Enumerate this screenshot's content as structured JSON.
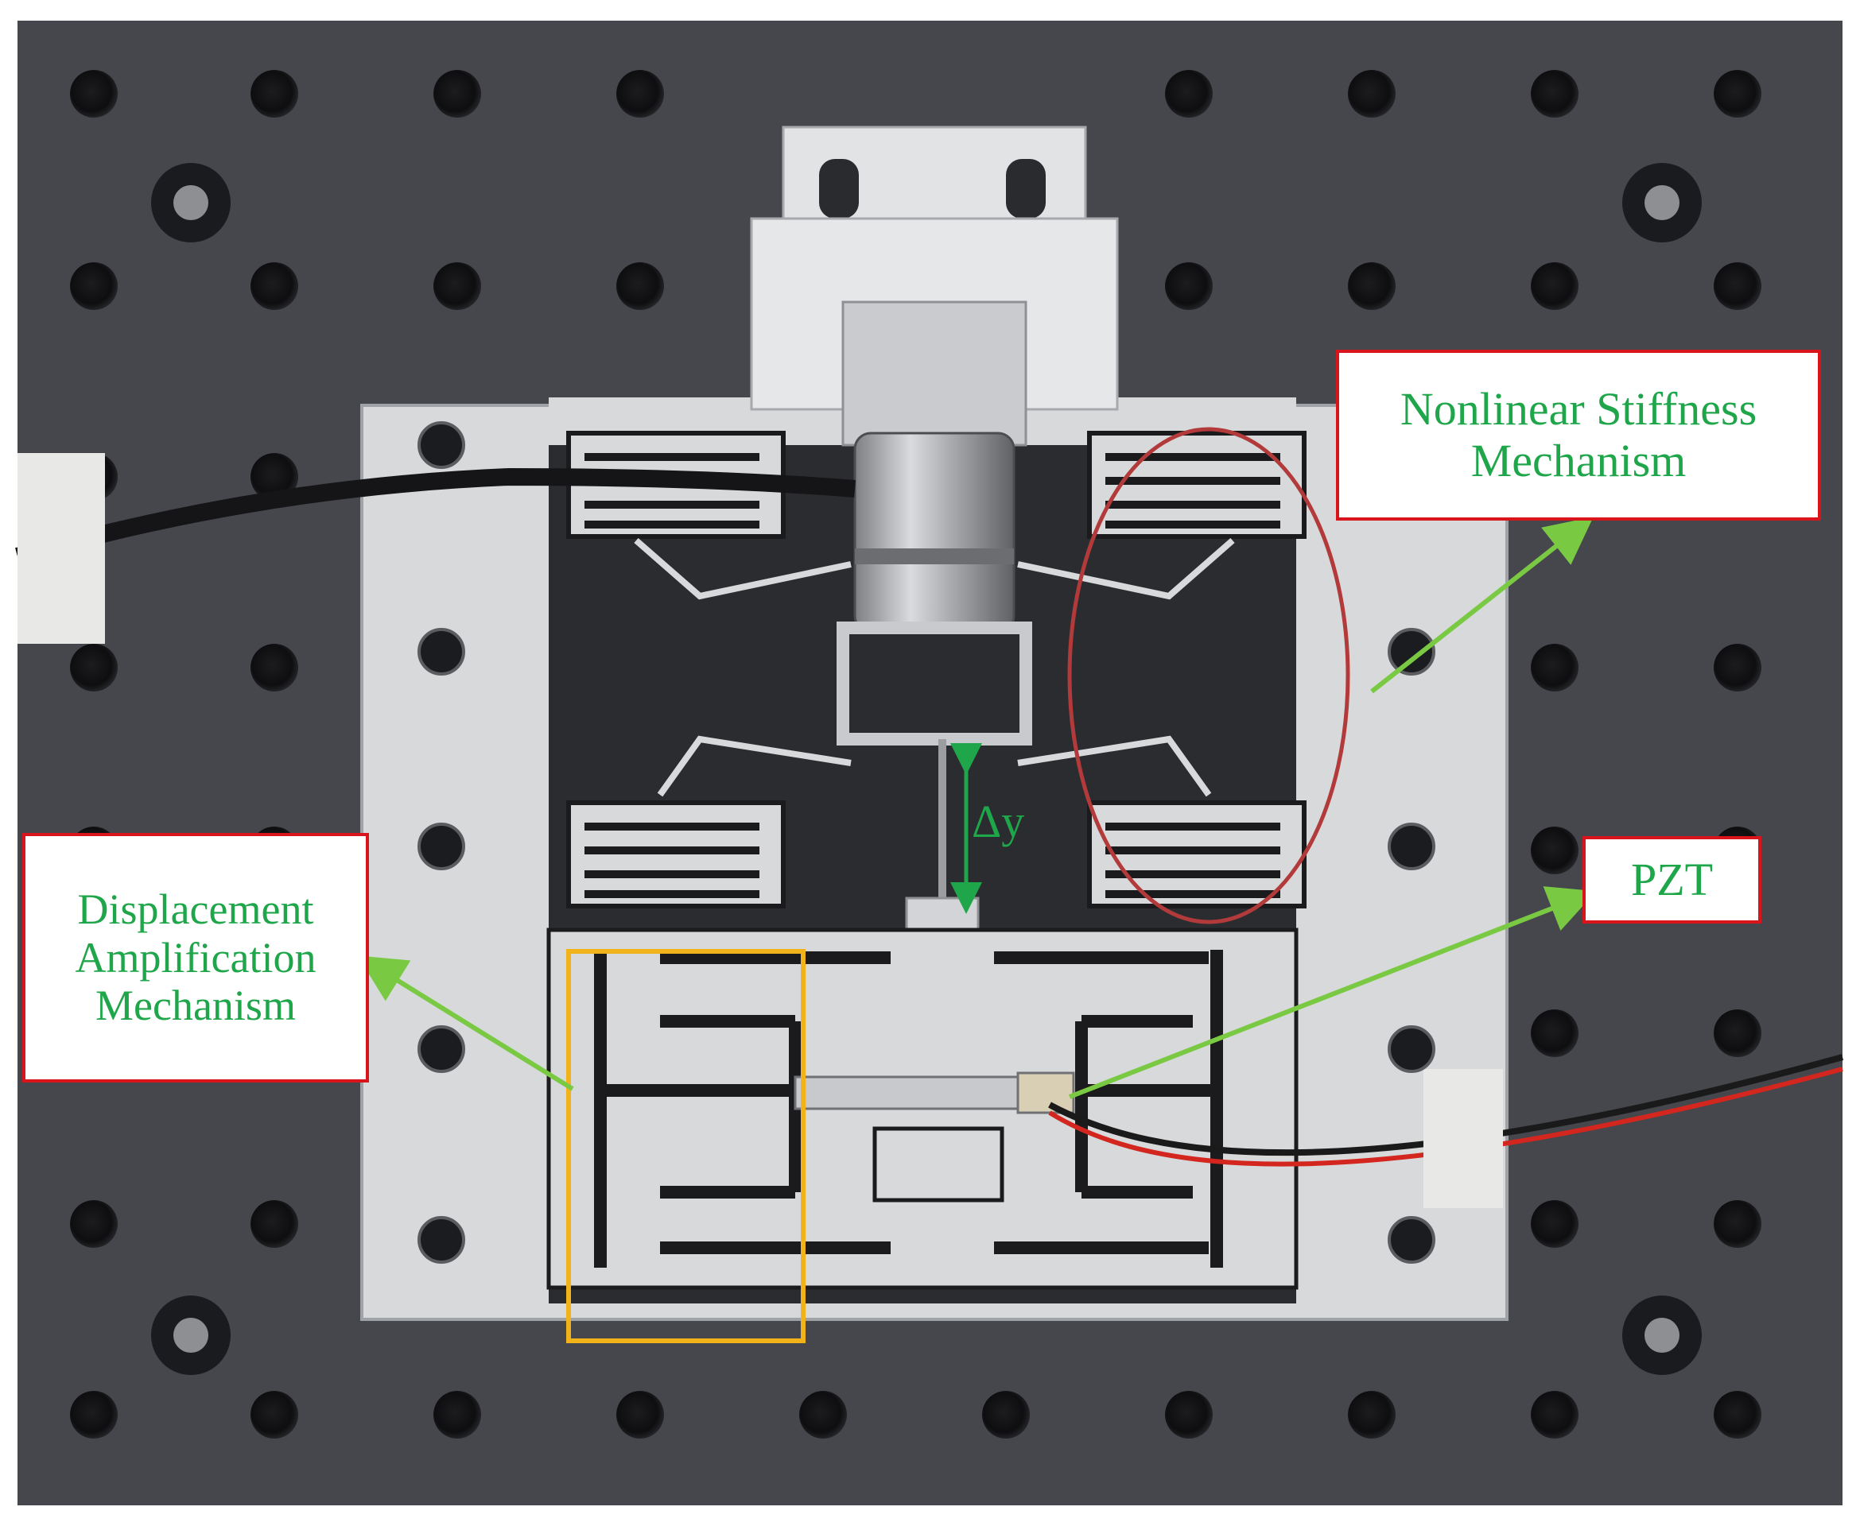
{
  "colors": {
    "label_text": "#1fa64a",
    "callout_border": "#d9141b",
    "arrow": "#7ac943",
    "ellipse": "#b23a3a",
    "highlight_box": "#f2b21a",
    "plate_dark": "#45474d",
    "aluminum": "#d7d9db"
  },
  "annotations": {
    "nonlinear_stiffness": [
      "Nonlinear Stiffness",
      "Mechanism"
    ],
    "pzt": "PZT",
    "displacement_amplification": [
      "Displacement",
      "Amplification",
      "Mechanism"
    ],
    "delta_y": "Δy"
  },
  "icons": [
    "arrow",
    "double-arrow",
    "ellipse-highlight",
    "rectangle-highlight"
  ]
}
